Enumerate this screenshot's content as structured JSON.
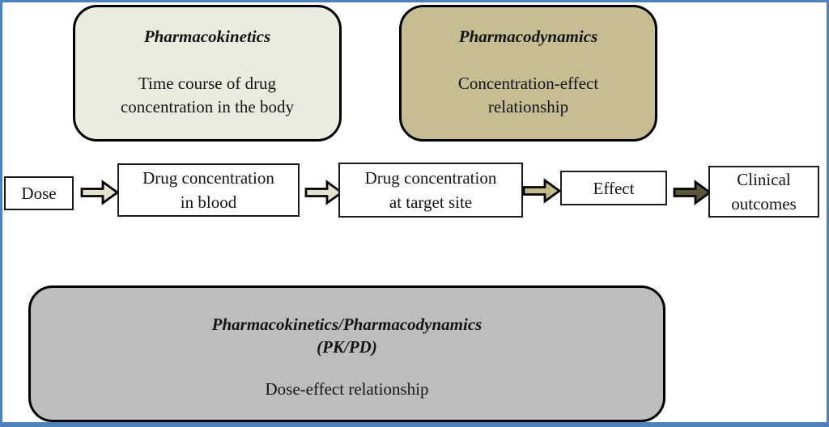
{
  "diagram": {
    "frame_color": "#4f81bd",
    "background": "#ffffff"
  },
  "concept_boxes": {
    "pharmacokinetics": {
      "title": "Pharmacokinetics",
      "line1": "Time course of drug",
      "line2": "concentration in the body",
      "fill": "#ecebdf"
    },
    "pharmacodynamics": {
      "title": "Pharmacodynamics",
      "line1": "Concentration-effect",
      "line2": "relationship",
      "fill": "#c6bd92"
    },
    "pkpd": {
      "title": "Pharmacokinetics/Pharmacodynamics",
      "subtitle": "(PK/PD)",
      "description": "Dose-effect relationship",
      "fill": "#bdbdbd"
    }
  },
  "flow": {
    "dose": {
      "label": "Dose"
    },
    "blood": {
      "line1": "Drug concentration",
      "line2": "in blood"
    },
    "target": {
      "line1": "Drug concentration",
      "line2": "at target site"
    },
    "effect": {
      "label": "Effect"
    },
    "clinical": {
      "line1": "Clinical",
      "line2": "outcomes"
    },
    "arrows": [
      {
        "name": "dose-to-blood",
        "fill": "#e5e2cf"
      },
      {
        "name": "blood-to-target",
        "fill": "#e5e2cf"
      },
      {
        "name": "target-to-effect",
        "fill": "#c2b98c"
      },
      {
        "name": "effect-to-clinical",
        "fill": "#5c5539"
      }
    ]
  }
}
